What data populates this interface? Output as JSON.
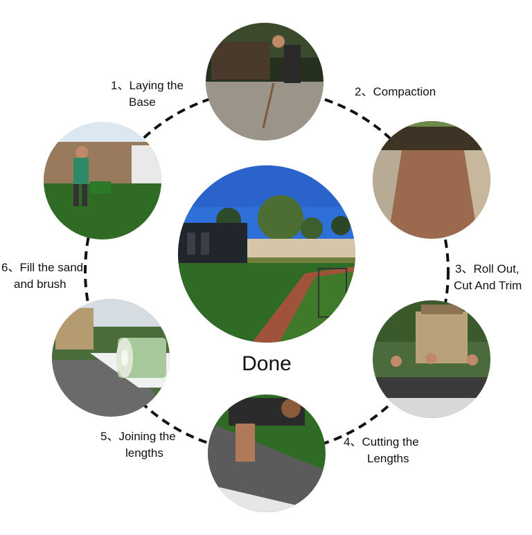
{
  "center": {
    "label": "Done"
  },
  "steps": [
    {
      "number": "1、",
      "lines": [
        "Laying the",
        "Base"
      ]
    },
    {
      "number": "2、",
      "lines": [
        "Compaction"
      ]
    },
    {
      "number": "3、",
      "lines": [
        "Roll Out,",
        "Cut And Trim"
      ]
    },
    {
      "number": "4、",
      "lines": [
        "Cutting the",
        "Lengths"
      ]
    },
    {
      "number": "5、",
      "lines": [
        "Joining the",
        "lengths"
      ]
    },
    {
      "number": "6、",
      "lines": [
        "Fill the sand",
        "and brush"
      ]
    }
  ],
  "colors": {
    "ring": "#111111",
    "grass": "#2f6b24",
    "gravel": "#9b9488",
    "soil": "#9b6a4e",
    "sky": "#2f6fd8",
    "turf_back": "#5b5b5b",
    "brick": "#a0523a"
  }
}
